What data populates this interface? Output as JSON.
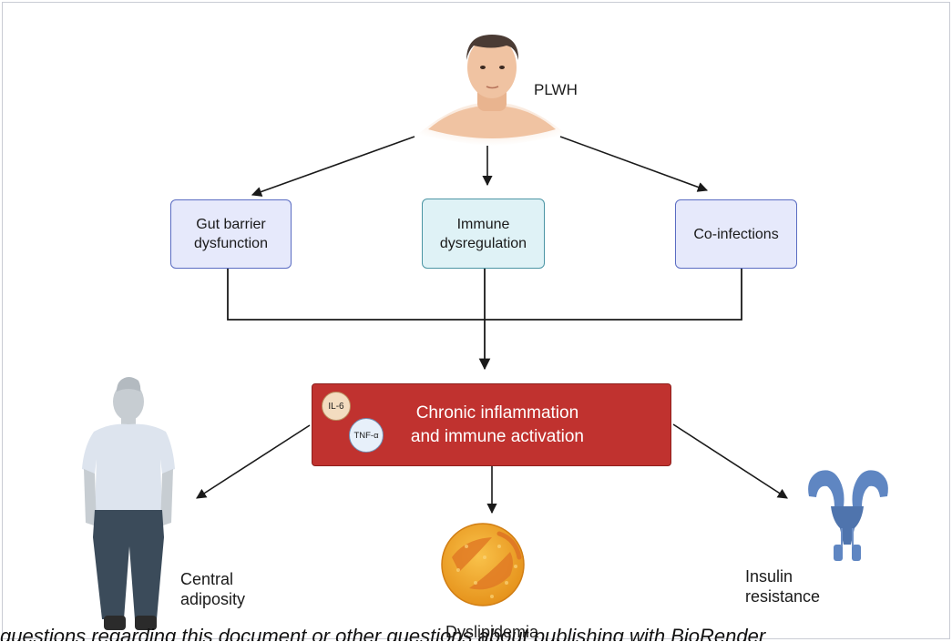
{
  "root": {
    "label": "PLWH"
  },
  "factors": [
    {
      "id": "gut",
      "label": "Gut barrier\ndysfunction"
    },
    {
      "id": "immune",
      "label": "Immune\ndysregulation"
    },
    {
      "id": "coinf",
      "label": "Co-infections"
    }
  ],
  "central": {
    "label": "Chronic inflammation\nand immune activation",
    "cytokines": [
      "IL-6",
      "TNF-α"
    ]
  },
  "outcomes": [
    {
      "id": "central-adiposity",
      "label": "Central\nadiposity"
    },
    {
      "id": "dyslipidemia",
      "label": "Dyslipidemia"
    },
    {
      "id": "insulin-resistance",
      "label": "Insulin\nresistance"
    }
  ],
  "footer": {
    "text": "questions regarding this document or other questions about publishing with BioRender"
  },
  "colors": {
    "central_box": "#c0322f",
    "factor_box_blue": "#e6e9fb",
    "factor_box_teal": "#dff2f6",
    "arrow": "#1a1a1a"
  }
}
